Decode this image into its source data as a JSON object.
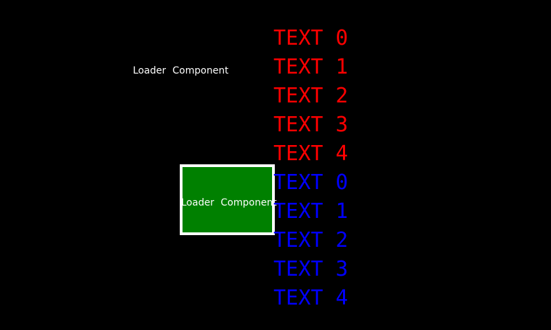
{
  "screen": {
    "background": "#000000"
  },
  "colors": {
    "red": "#ff0000",
    "blue": "#0000ff",
    "green_box_fill": "#008000",
    "box_border": "#ffffff",
    "label_text": "#ffffff"
  },
  "loader_component": {
    "floating_label": "Loader Component",
    "boxed_label": "Loader Component"
  },
  "text_list": {
    "items": [
      {
        "label": "TEXT 0",
        "color": "#ff0000"
      },
      {
        "label": "TEXT 1",
        "color": "#ff0000"
      },
      {
        "label": "TEXT 2",
        "color": "#ff0000"
      },
      {
        "label": "TEXT 3",
        "color": "#ff0000"
      },
      {
        "label": "TEXT 4",
        "color": "#ff0000"
      },
      {
        "label": "TEXT 0",
        "color": "#0000ff"
      },
      {
        "label": "TEXT 1",
        "color": "#0000ff"
      },
      {
        "label": "TEXT 2",
        "color": "#0000ff"
      },
      {
        "label": "TEXT 3",
        "color": "#0000ff"
      },
      {
        "label": "TEXT 4",
        "color": "#0000ff"
      }
    ]
  }
}
